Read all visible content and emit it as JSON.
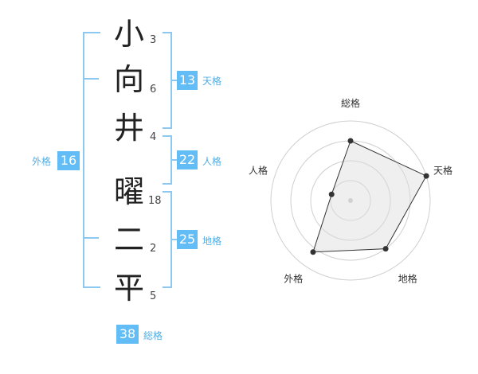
{
  "name": {
    "chars": [
      {
        "char": "小",
        "strokes": "3"
      },
      {
        "char": "向",
        "strokes": "6"
      },
      {
        "char": "井",
        "strokes": "4"
      },
      {
        "char": "曜",
        "strokes": "18"
      },
      {
        "char": "二",
        "strokes": "2"
      },
      {
        "char": "平",
        "strokes": "5"
      }
    ]
  },
  "fortune": {
    "tenkaku": {
      "value": "13",
      "label": "天格"
    },
    "jinkaku": {
      "value": "22",
      "label": "人格"
    },
    "chikaku": {
      "value": "25",
      "label": "地格"
    },
    "gaikaku": {
      "value": "16",
      "label": "外格"
    },
    "soukaku": {
      "value": "38",
      "label": "総格"
    }
  },
  "chart_data": {
    "type": "radar",
    "axes": [
      "総格",
      "天格",
      "地格",
      "外格",
      "人格"
    ],
    "values": [
      0.75,
      1.0,
      0.75,
      0.8,
      0.25
    ],
    "max": 1,
    "rings": 4
  }
}
